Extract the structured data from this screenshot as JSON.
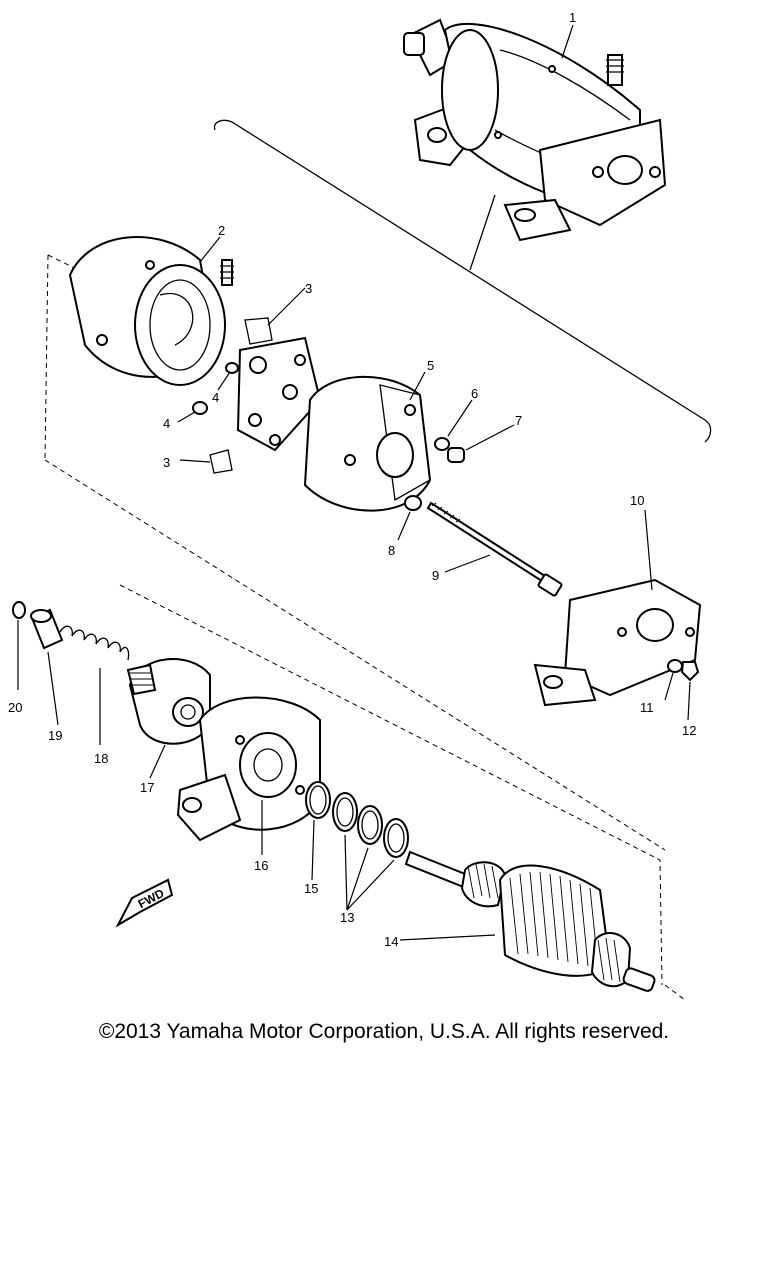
{
  "diagram": {
    "labels": [
      "1",
      "2",
      "3",
      "3",
      "4",
      "4",
      "5",
      "6",
      "7",
      "8",
      "9",
      "10",
      "11",
      "12",
      "13",
      "14",
      "15",
      "16",
      "17",
      "18",
      "19",
      "20"
    ],
    "direction_marker": "FWD"
  },
  "footer": {
    "copyright": "©2013 Yamaha Motor Corporation, U.S.A. All rights reserved."
  }
}
